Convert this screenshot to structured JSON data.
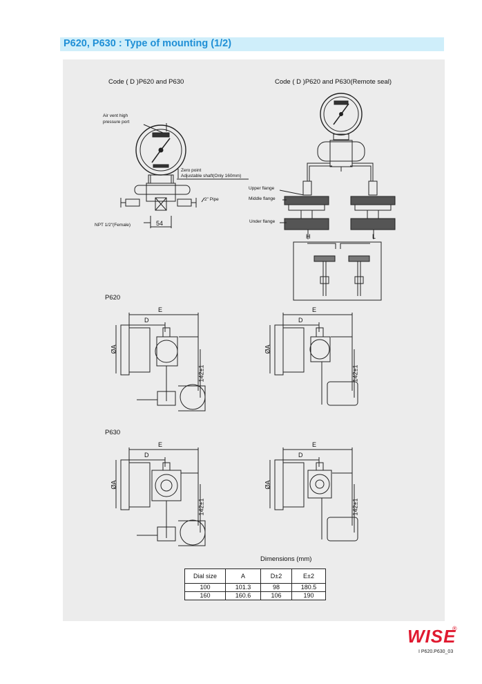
{
  "header": {
    "title": "P620, P630 : Type of mounting (1/2)"
  },
  "top_left": {
    "caption": "Code ( D )P620 and P630",
    "air_vent": "Air vent high",
    "pressure_port": "pressure port",
    "zero_point": "Zero point",
    "adjustable_shaft": "Adjustable shaft(Only 160mm)",
    "pipe": "2\" Pipe",
    "npt": "NPT 1/2\"(Female)",
    "dim54": "54"
  },
  "top_right": {
    "caption": "Code ( D )P620 and P630(Remote seal)",
    "upper_flange": "Upper flange",
    "middle_flange": "Middle flange",
    "under_flange": "Under flange",
    "h": "H",
    "l": "L"
  },
  "sections": {
    "p620": "P620",
    "p630": "P630",
    "e": "E",
    "d": "D",
    "phi_a": "ØA",
    "dim142": "142±1"
  },
  "dimensions": {
    "caption": "Dimensions (mm)",
    "headers": [
      "Dial size",
      "A",
      "D±2",
      "E±2"
    ],
    "rows": [
      [
        "100",
        "101.3",
        "98",
        "180.5"
      ],
      [
        "160",
        "160.6",
        "106",
        "190"
      ]
    ]
  },
  "footer": {
    "brand": "WISE",
    "registered": "®",
    "page_code": "I P620.P630_03"
  },
  "colors": {
    "title": "#1f8fd6",
    "title_bg": "#cfeefa",
    "panel": "#ececec",
    "brand": "#e0192f"
  }
}
